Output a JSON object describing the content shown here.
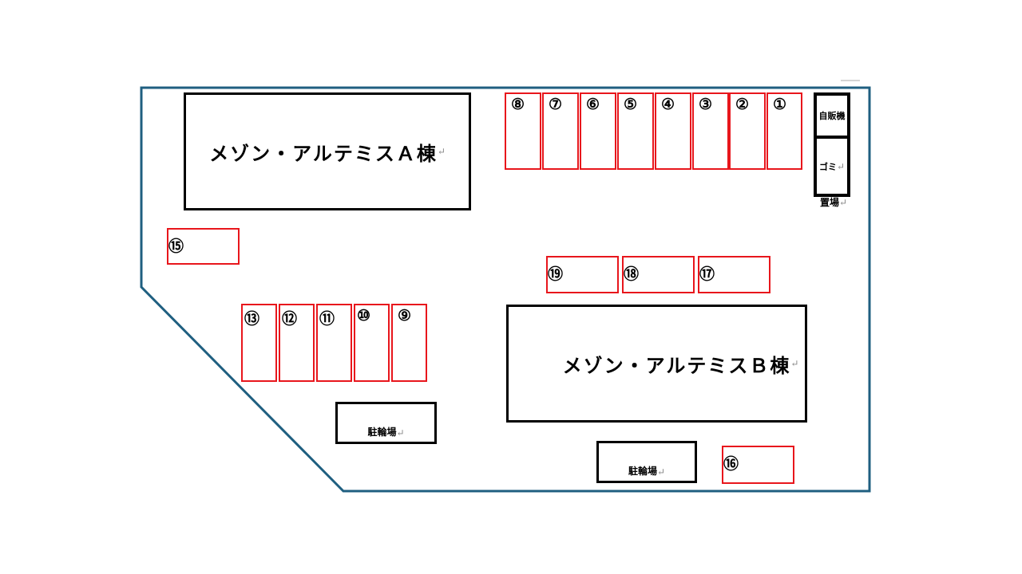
{
  "buildings": {
    "a": "メゾン・アルテミスＡ棟",
    "b": "メゾン・アルテミスＢ棟"
  },
  "facilities": {
    "bike_parking_1": "駐輪場",
    "bike_parking_2": "駐輪場",
    "vending": "自販機",
    "trash": "ゴミ",
    "trash_suffix": "置場"
  },
  "paragraph_mark": "↵",
  "spots": [
    "①",
    "②",
    "③",
    "④",
    "⑤",
    "⑥",
    "⑦",
    "⑧",
    "⑨",
    "⑩",
    "⑪",
    "⑫",
    "⑬",
    "⑮",
    "⑯",
    "⑰",
    "⑱",
    "⑲"
  ],
  "colors": {
    "boundary": "#1f5f80",
    "spot": "#e8161c"
  }
}
